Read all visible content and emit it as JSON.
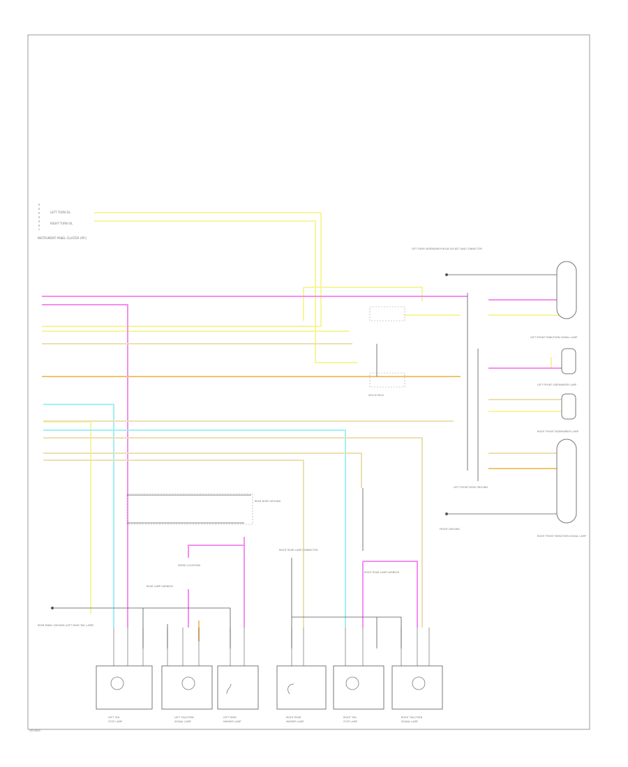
{
  "colors": {
    "yellow": "#f7f59a",
    "pink": "#f48df0",
    "cyan": "#9ff1f4",
    "tan": "#eedfb0",
    "orange": "#f0c469",
    "black": "#555555",
    "frame": "#999999"
  },
  "labels": {
    "cluster_left_turn": "LEFT TURN S/L",
    "cluster_right_turn": "RIGHT TURN S/L",
    "cluster_name": "INSTRUMENT PANEL CLUSTER (IPC)",
    "left_rear_socket": "LEFT REAR SIDEMARKER BULB SOCKET AND CONNECTOR",
    "left_front_park": "LEFT FRONT PARK/TURN SIGNAL LAMP",
    "left_front_marker": "LEFT FRONT SIDEMARKER LAMP",
    "right_front_marker": "RIGHT FRONT SIDEMARKER LAMP",
    "right_front_park": "RIGHT FRONT PARK/TURN SIGNAL LAMP",
    "splice_center": "SPLICE PACK",
    "left_front_body": "LEFT FRONT BODY GROUND",
    "rear_body": "REAR BODY GROUND",
    "rear_lamp_harness": "REAR LAMP HARNESS",
    "spare_note": "SPARE LOCATIONS",
    "right_rear_connector": "RIGHT REAR LAMP CONNECTOR",
    "right_rear_harness": "RIGHT REAR LAMP HARNESS",
    "rear_ground_note": "REAR PANEL GROUND (LEFT REAR TAIL LAMP)",
    "front_ground": "FRONT GROUND",
    "footer_code": "GM 0000"
  },
  "lamps": [
    {
      "label_line1": "LEFT TAIL",
      "label_line2": "STOP LAMP"
    },
    {
      "label_line1": "LEFT TAIL/TURN",
      "label_line2": "SIGNAL LAMP"
    },
    {
      "label_line1": "LEFT REAR",
      "label_line2": "MARKER LAMP"
    },
    {
      "label_line1": "RIGHT REAR",
      "label_line2": "MARKER LAMP"
    },
    {
      "label_line1": "RIGHT TAIL",
      "label_line2": "STOP LAMP"
    },
    {
      "label_line1": "RIGHT TAIL/TURN",
      "label_line2": "SIGNAL LAMP"
    }
  ]
}
